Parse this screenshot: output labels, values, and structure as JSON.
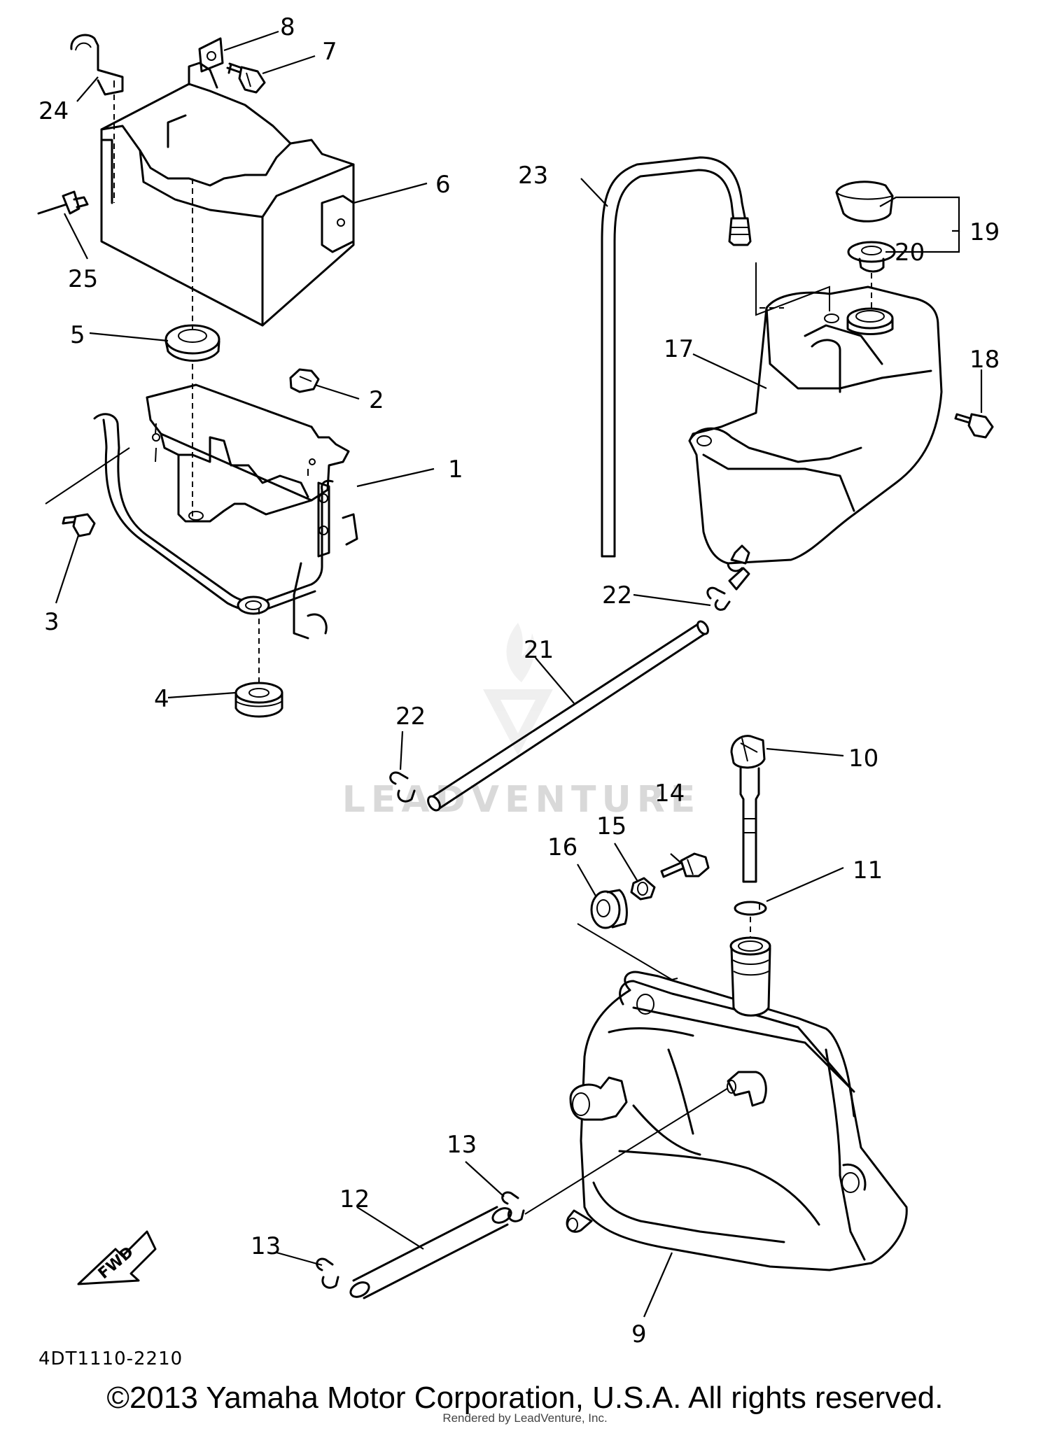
{
  "diagram": {
    "part_labels": [
      "1",
      "2",
      "3",
      "4",
      "5",
      "6",
      "7",
      "8",
      "9",
      "10",
      "11",
      "12",
      "13",
      "13",
      "14",
      "15",
      "16",
      "17",
      "18",
      "19",
      "20",
      "21",
      "22",
      "22",
      "23",
      "24",
      "25"
    ],
    "figure_code": "4DT1110-2210",
    "fwd_arrow_label": "FWD",
    "watermark_text": "LEADVENTURE",
    "copyright": "©2013 Yamaha Motor Corporation, U.S.A. All rights reserved.",
    "rendered_by": "Rendered by LeadVenture, Inc."
  }
}
